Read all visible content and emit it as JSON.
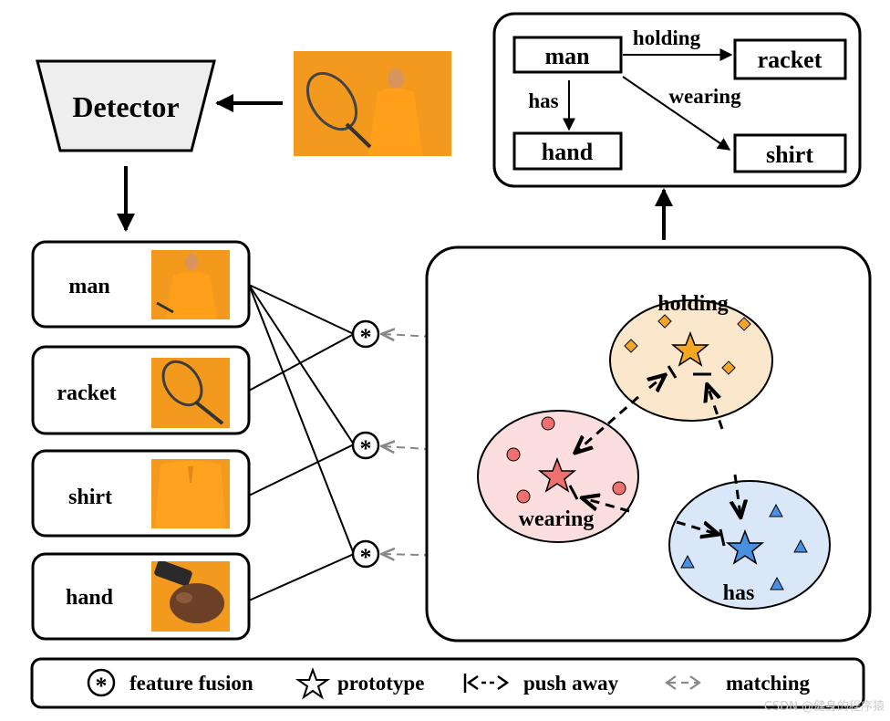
{
  "detector": {
    "label": "Detector"
  },
  "objects": [
    {
      "label": "man"
    },
    {
      "label": "racket"
    },
    {
      "label": "shirt"
    },
    {
      "label": "hand"
    }
  ],
  "scene_graph": {
    "nodes": [
      "man",
      "racket",
      "hand",
      "shirt"
    ],
    "edges": [
      {
        "label": "holding"
      },
      {
        "label": "has"
      },
      {
        "label": "wearing"
      }
    ]
  },
  "clusters": {
    "holding": {
      "label": "holding",
      "color": "#fbe8cc",
      "marker": "#f5a623"
    },
    "wearing": {
      "label": "wearing",
      "color": "#fcdede",
      "marker": "#f07070"
    },
    "has": {
      "label": "has",
      "color": "#d9e7f8",
      "marker": "#4a90e2"
    }
  },
  "legend": {
    "fusion": "feature fusion",
    "prototype": "prototype",
    "push": "push away",
    "matching": "matching",
    "fusion_icon": "asterisk-in-circle-icon",
    "prototype_icon": "star-outline-icon",
    "push_icon": "push-away-icon",
    "matching_icon": "dashed-double-arrow-icon"
  },
  "watermark": "CSDN @健身的程序猿"
}
